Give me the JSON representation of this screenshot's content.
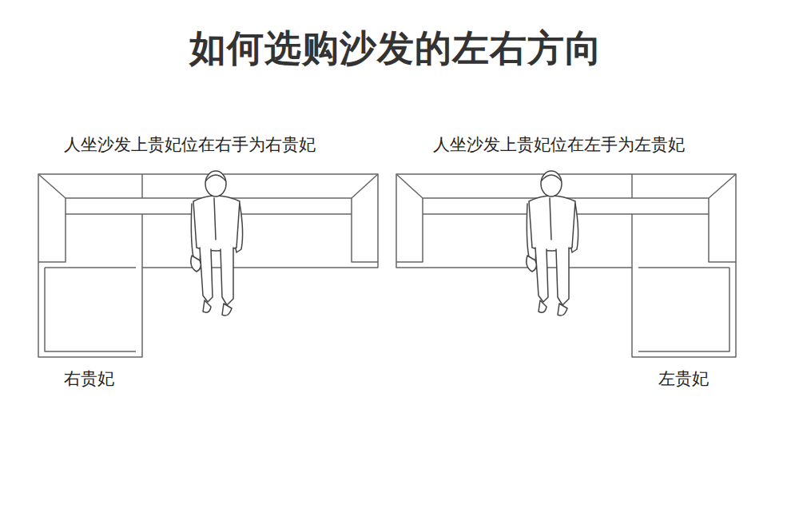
{
  "diagram": {
    "title": "如何选购沙发的左右方向",
    "labels": [
      "人坐沙发上贵妃位在右手为右贵妃",
      "人坐沙发上贵妃位在左手为左贵妃",
      "右贵妃",
      "左贵妃"
    ]
  }
}
